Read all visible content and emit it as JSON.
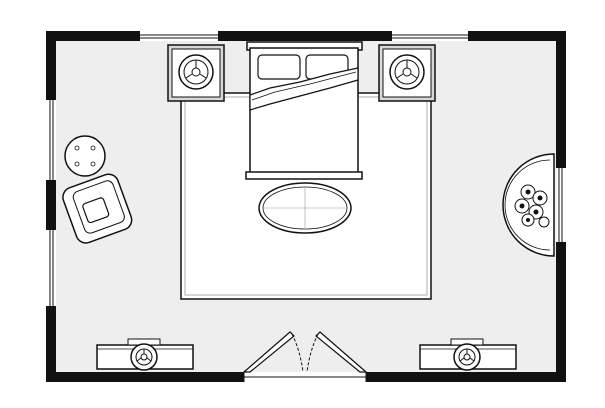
{
  "diagram": {
    "type": "floor-plan",
    "subject": "bedroom",
    "colors": {
      "wall": "#111111",
      "floor": "#eeeeee",
      "rug": "#ffffff",
      "line": "#111111",
      "furniture_fill": "#ffffff",
      "shade": "#d8d8d8"
    },
    "elements": [
      {
        "name": "bed",
        "kind": "furniture"
      },
      {
        "name": "pillow-left",
        "kind": "furniture"
      },
      {
        "name": "pillow-right",
        "kind": "furniture"
      },
      {
        "name": "nightstand-left",
        "kind": "furniture"
      },
      {
        "name": "nightstand-right",
        "kind": "furniture"
      },
      {
        "name": "lamp-icon",
        "kind": "icon"
      },
      {
        "name": "area-rug",
        "kind": "decor"
      },
      {
        "name": "oval-rug",
        "kind": "decor"
      },
      {
        "name": "armchair",
        "kind": "furniture"
      },
      {
        "name": "side-table-round",
        "kind": "furniture"
      },
      {
        "name": "half-round-console-with-flowers",
        "kind": "furniture"
      },
      {
        "name": "dresser-left",
        "kind": "furniture"
      },
      {
        "name": "dresser-right",
        "kind": "furniture"
      },
      {
        "name": "double-door-swing",
        "kind": "opening"
      },
      {
        "name": "window",
        "kind": "opening"
      }
    ]
  }
}
